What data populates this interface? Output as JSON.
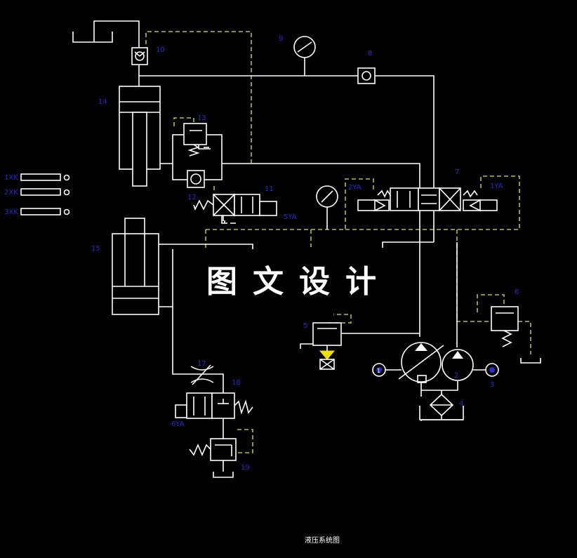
{
  "watermark": "图文设计",
  "caption": "液压系统图",
  "colors": {
    "background": "#000000",
    "lines": "#ffffff",
    "pilot_lines": "#a8c83a",
    "labels": "#2a2ad8",
    "warning": "#f0e000"
  },
  "labels": {
    "c1": "1",
    "c3": "3",
    "c4": "4",
    "c5": "5",
    "c6": "6",
    "c7": "7",
    "c8": "8",
    "c9": "9",
    "c10": "10",
    "c11": "11",
    "c12": "12",
    "c13": "13",
    "c14": "14",
    "c15": "15",
    "c17": "17",
    "c18": "18",
    "c19": "19"
  },
  "solenoids": {
    "s1": "1YA",
    "s2": "2YA",
    "s5": "5YA",
    "s6": "6YA"
  },
  "limit_switches": [
    "1XK",
    "2XK",
    "3XK"
  ]
}
